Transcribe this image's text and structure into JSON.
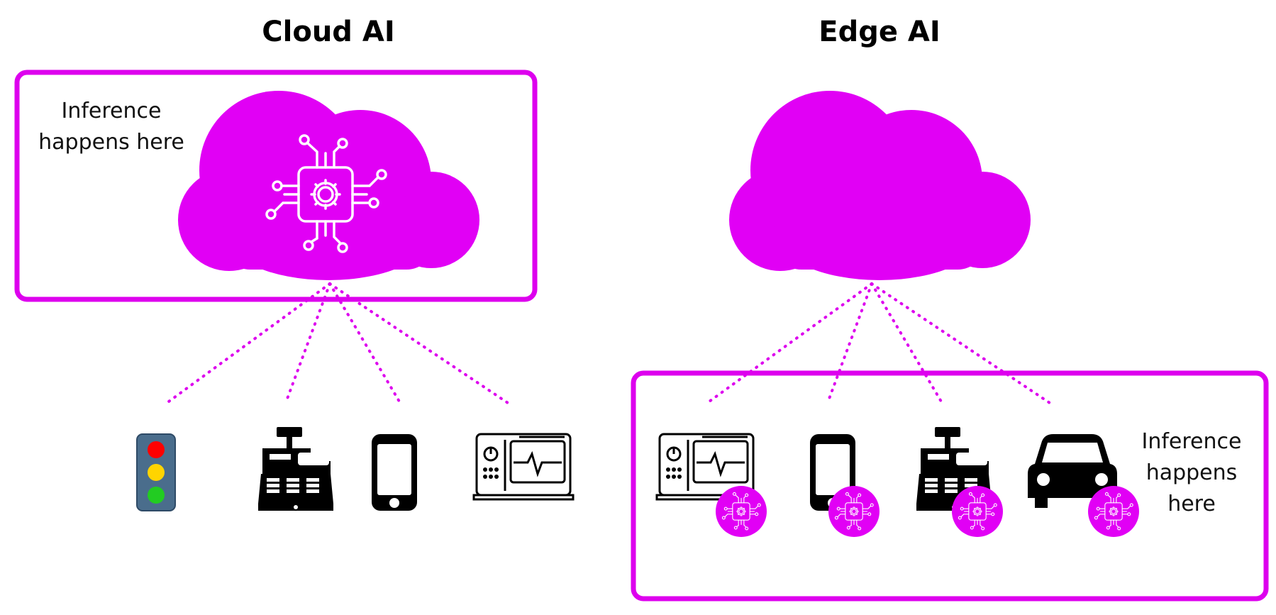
{
  "cloud_ai": {
    "title": "Cloud AI",
    "note_line1": "Inference",
    "note_line2": "happens here",
    "devices": [
      "traffic-light",
      "cash-register",
      "smartphone",
      "control-panel"
    ]
  },
  "edge_ai": {
    "title": "Edge AI",
    "note_line1": "Inference",
    "note_line2": "happens",
    "note_line3": "here",
    "devices": [
      "control-panel",
      "smartphone",
      "cash-register",
      "car"
    ]
  },
  "colors": {
    "accent": "#E100F5",
    "box_border": "#DD00EE",
    "icon": "#000000",
    "traffic_light_body": "#4A6D8C",
    "traffic_red": "#FF0000",
    "traffic_yellow": "#FFD400",
    "traffic_green": "#22CC22"
  }
}
